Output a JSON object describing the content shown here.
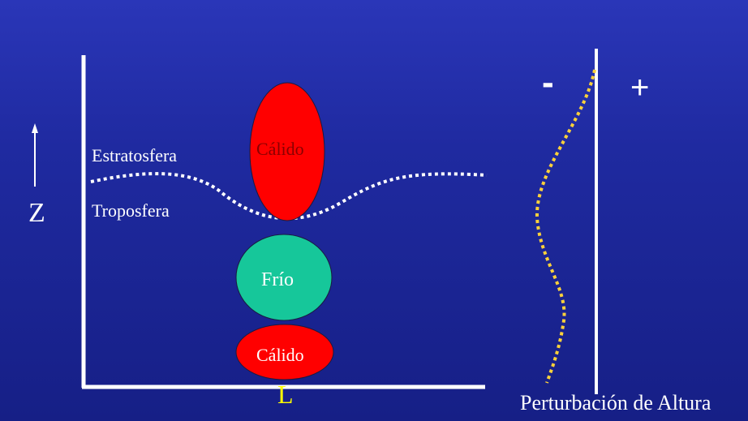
{
  "axis": {
    "vertical_label": "Z",
    "horizontal_label": "L"
  },
  "layers": {
    "upper": "Estratosfera",
    "lower": "Troposfera"
  },
  "blobs": {
    "top": "Cálido",
    "middle": "Frío",
    "bottom": "Cálido"
  },
  "profile": {
    "negative_sign": "-",
    "positive_sign": "+",
    "caption": "Perturbación de Altura"
  },
  "colors": {
    "warm": "#ff0000",
    "cold": "#16c79a",
    "tropopause": "#ffffff",
    "profile_curve": "#ffd23a",
    "axis": "#ffffff",
    "l_label": "#ffff00"
  }
}
